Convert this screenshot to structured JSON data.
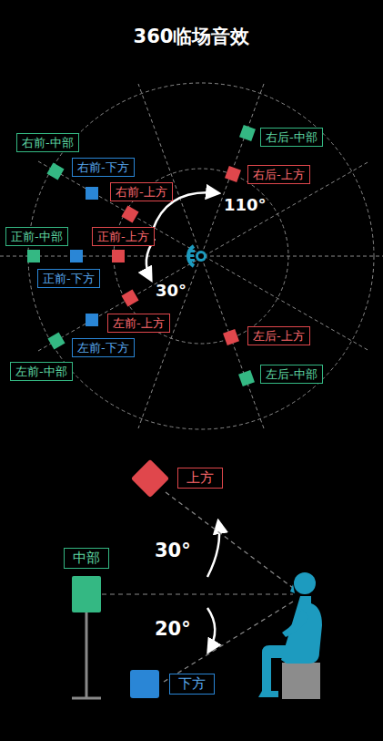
{
  "diagram": {
    "title": "360临场音效",
    "nodes": [
      {
        "text": [
          "右前-中部"
        ]
      },
      {
        "text": [
          "右前-下方"
        ]
      },
      {
        "text": [
          "右前-上方"
        ]
      },
      {
        "text": [
          "正前-中部"
        ]
      },
      {
        "text": [
          "正前-上方"
        ]
      },
      {
        "text": [
          "正前-下方"
        ]
      },
      {
        "text": [
          "左前-上方"
        ]
      },
      {
        "text": [
          "左前-下方"
        ]
      },
      {
        "text": [
          "左前-中部"
        ]
      },
      {
        "text": [
          "右后-中部"
        ]
      },
      {
        "text": [
          "右后-上方"
        ]
      },
      {
        "text": [
          "左后-上方"
        ]
      },
      {
        "text": [
          "左后-中部"
        ]
      },
      {
        "text": [
          "上方"
        ]
      },
      {
        "text": [
          "中部"
        ]
      },
      {
        "text": [
          "下方"
        ]
      }
    ],
    "labels": [
      "110°",
      "30°",
      "30°",
      "20°"
    ]
  }
}
